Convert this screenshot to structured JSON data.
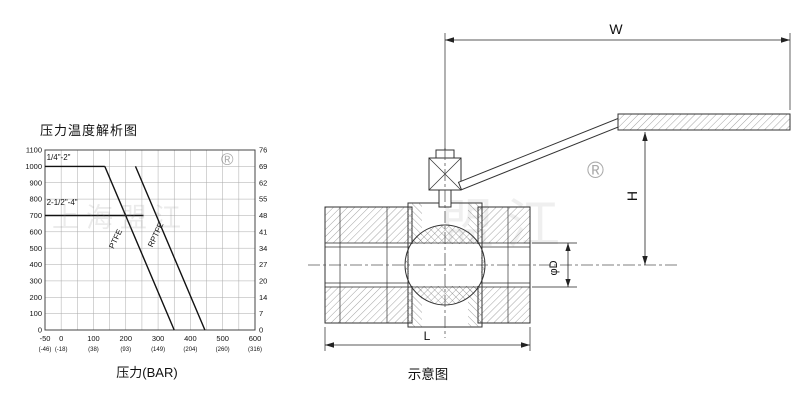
{
  "chart_data": {
    "type": "line",
    "title": "压力温度解析图",
    "xlabel": "压力(BAR)",
    "grid": true,
    "grid_step_x": 50,
    "grid_step_y": 100,
    "x_axis": {
      "range": [
        -50,
        600
      ],
      "ticks": [
        -50,
        0,
        100,
        200,
        300,
        400,
        500,
        600
      ],
      "secondary_tick_labels": [
        "(-46)",
        "(-18)",
        "(38)",
        "(93)",
        "(149)",
        "(204)",
        "(260)",
        "(316)"
      ]
    },
    "y_axis_left": {
      "range": [
        0,
        1100
      ],
      "ticks": [
        0,
        100,
        200,
        300,
        400,
        500,
        600,
        700,
        800,
        900,
        1000,
        1100
      ]
    },
    "y_axis_right": {
      "ticks": [
        0,
        7,
        14,
        20,
        27,
        34,
        41,
        48,
        55,
        62,
        69,
        76
      ]
    },
    "series": [
      {
        "name": "1/4\"-2\" pressure limit",
        "points": [
          [
            -50,
            1000
          ],
          [
            135,
            1000
          ]
        ]
      },
      {
        "name": "2-1/2\"-4\" pressure limit",
        "points": [
          [
            -50,
            700
          ],
          [
            255,
            700
          ]
        ]
      },
      {
        "name": "PTFE seat limit",
        "points": [
          [
            135,
            1000
          ],
          [
            350,
            0
          ]
        ]
      },
      {
        "name": "RPTFE seat limit",
        "points": [
          [
            230,
            1000
          ],
          [
            445,
            0
          ]
        ]
      }
    ],
    "annotations": [
      {
        "text": "1/4\"-2\"",
        "x": -45,
        "y": 1040,
        "rotate": 0,
        "anchor": "start"
      },
      {
        "text": "2-1/2\"-4\"",
        "x": -45,
        "y": 765,
        "rotate": 0,
        "anchor": "start"
      },
      {
        "text": "PTFE",
        "x": 176,
        "y": 550,
        "rotate": -65,
        "anchor": "middle"
      },
      {
        "text": "RPTFE",
        "x": 300,
        "y": 575,
        "rotate": -65,
        "anchor": "middle"
      }
    ]
  },
  "diagram": {
    "caption": "示意图",
    "dims": {
      "w": "W",
      "h": "H",
      "d": "φD",
      "l": "L"
    }
  },
  "watermarks": {
    "chart_text": "上海盟江",
    "valve_text": "盟江",
    "registered": "®"
  }
}
